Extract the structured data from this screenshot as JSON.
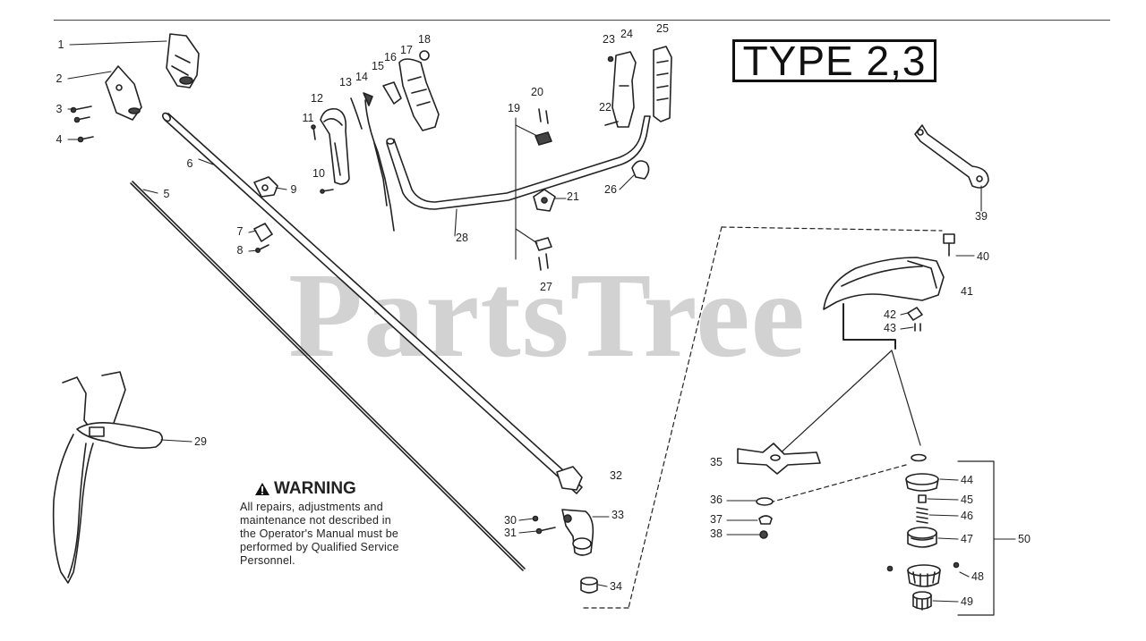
{
  "title_box": "TYPE 2,3",
  "watermark": "PartsTree",
  "warning": {
    "title": "WARNING",
    "lines": [
      "All repairs, adjustments and",
      "maintenance not described in",
      "the Operator's Manual must be",
      "performed by Qualified Service",
      "Personnel."
    ]
  },
  "callouts": [
    "1",
    "2",
    "3",
    "4",
    "5",
    "6",
    "7",
    "8",
    "9",
    "10",
    "11",
    "12",
    "13",
    "14",
    "15",
    "16",
    "17",
    "18",
    "19",
    "20",
    "21",
    "22",
    "23",
    "24",
    "25",
    "26",
    "27",
    "28",
    "29",
    "30",
    "31",
    "32",
    "33",
    "34",
    "35",
    "36",
    "37",
    "38",
    "39",
    "40",
    "41",
    "42",
    "43",
    "44",
    "45",
    "46",
    "47",
    "48",
    "49",
    "50"
  ],
  "icons": {
    "warning": "warning-triangle-icon"
  }
}
